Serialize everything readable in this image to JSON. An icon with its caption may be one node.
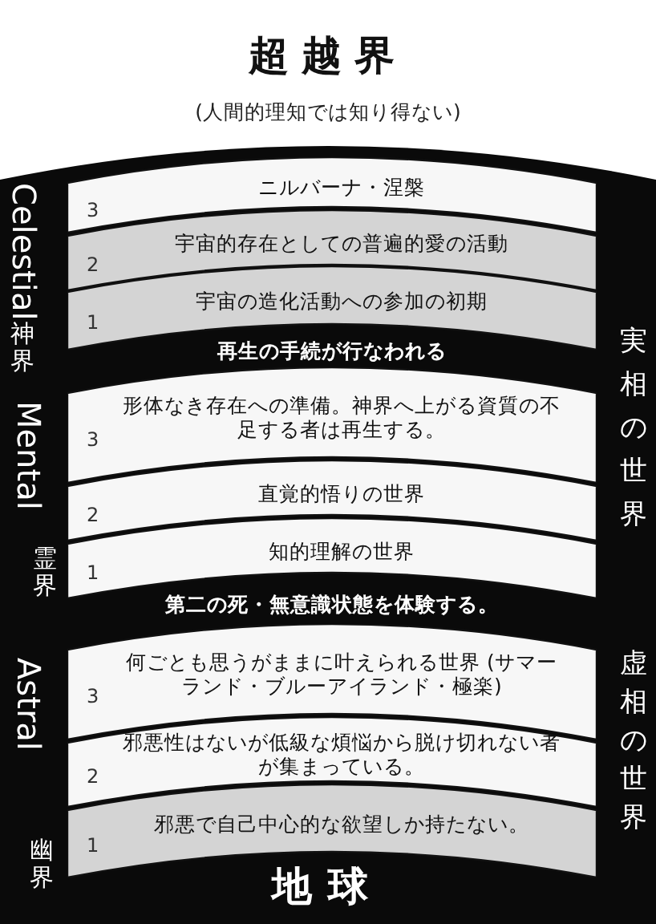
{
  "diagram": {
    "title": "超越界",
    "nodes": [
      {
        "text": [
          "3",
          "ニルバーナ・涅槃"
        ]
      },
      {
        "text": [
          "2",
          "宇宙的存在としての普遍的愛の活動"
        ]
      },
      {
        "text": [
          "1",
          "宇宙の造化活動への参加の初期"
        ]
      },
      {
        "text": [
          "再生の手続が行なわれる"
        ]
      },
      {
        "text": [
          "3",
          "形体なき存在への準備。神界へ上がる資質の不足する者は再生する。"
        ]
      },
      {
        "text": [
          "2",
          "直覚的悟りの世界"
        ]
      },
      {
        "text": [
          "1",
          "知的理解の世界"
        ]
      },
      {
        "text": [
          "第二の死・無意識状態を体験する。"
        ]
      },
      {
        "text": [
          "3",
          "何ごとも思うがままに叶えられる世界 (サマーランド・ブルーアイランド・極楽)"
        ]
      },
      {
        "text": [
          "2",
          "邪悪性はないが低級な煩悩から脱け切れない者が集まっている。"
        ]
      },
      {
        "text": [
          "1",
          "邪悪で自己中心的な欲望しか持たない。"
        ]
      }
    ],
    "labels": [
      "(人間的理知では知り得ない)",
      "Celestial",
      "神界",
      "Mental",
      "霊界",
      "Astral",
      "幽界",
      "実相の世界",
      "虚相の世界",
      "地球"
    ]
  }
}
